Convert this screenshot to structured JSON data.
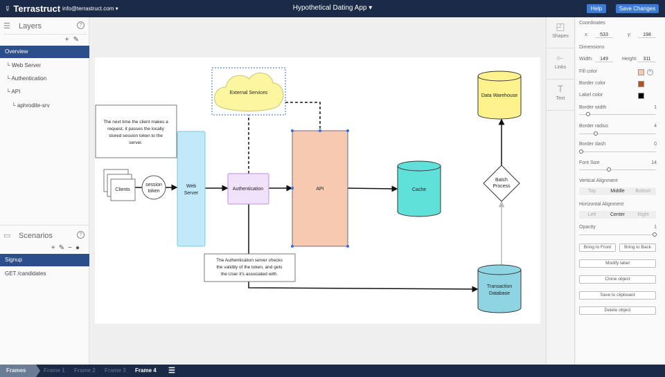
{
  "topbar": {
    "logo": "Terrastruct",
    "email": "info@terrastruct.com ▾",
    "title": "Hypothetical Dating App ▾",
    "help": "Help",
    "save": "Save Changes"
  },
  "layers": {
    "title": "Layers",
    "items": [
      {
        "label": "Overview"
      },
      {
        "label": "└ Web Server"
      },
      {
        "label": "└ Authentication"
      },
      {
        "label": "└ API"
      },
      {
        "label": "└ aphrodite-srv"
      }
    ]
  },
  "scenarios": {
    "title": "Scenarios",
    "items": [
      {
        "label": "Signup"
      },
      {
        "label": "GET /candidates"
      }
    ]
  },
  "tools": [
    "Shapes",
    "Links",
    "Text"
  ],
  "props": {
    "coordinates": "Coordinates",
    "x_label": "x:",
    "x": "533",
    "y_label": "y:",
    "y": "198",
    "dimensions": "Dimensions",
    "width_label": "Width:",
    "width": "149",
    "height_label": "Height:",
    "height": "311",
    "fill_color": "Fill color",
    "fill_hex": "#f7c9b1",
    "border_color": "Border color",
    "border_hex": "#c5582c",
    "label_color": "Label color",
    "label_hex": "#000000",
    "border_width": "Border width",
    "border_width_v": "1",
    "border_radius": "Border radius",
    "border_radius_v": "4",
    "border_dash": "Border dash",
    "border_dash_v": "0",
    "font_size": "Font Size",
    "font_size_v": "14",
    "valign": "Vertical Alignment",
    "valign_opts": [
      "Top",
      "Middle",
      "Bottom"
    ],
    "halign": "Horizontal Alignment",
    "halign_opts": [
      "Left",
      "Center",
      "Right"
    ],
    "opacity": "Opacity",
    "opacity_v": "1",
    "buttons": {
      "front": "Bring to Front",
      "back": "Bring to Back",
      "modify": "Modify label",
      "clone": "Clone object",
      "clipboard": "Save to clipboard",
      "delete": "Delete object"
    }
  },
  "diagram": {
    "note1": [
      "The next time the client makes a",
      "request, it passes the locally",
      "stored session token to the",
      "server."
    ],
    "note2": [
      "The Authentication server checks",
      "the validity of the token, and gets",
      "the User it's associated with."
    ],
    "clients": "Clients",
    "token": [
      "session",
      "token"
    ],
    "webserver": [
      "Web",
      "Server"
    ],
    "auth": "Authentication",
    "api": "API",
    "external": "External Services",
    "cache": "Cache",
    "warehouse": "Data Warehouse",
    "batch": [
      "Batch",
      "Process"
    ],
    "txdb": [
      "Transaction",
      "Database"
    ]
  },
  "bottombar": {
    "frames": "Frames",
    "items": [
      "Frame 1",
      "Frame 2",
      "Frame 3",
      "Frame 4"
    ],
    "active": "Frame 4"
  }
}
